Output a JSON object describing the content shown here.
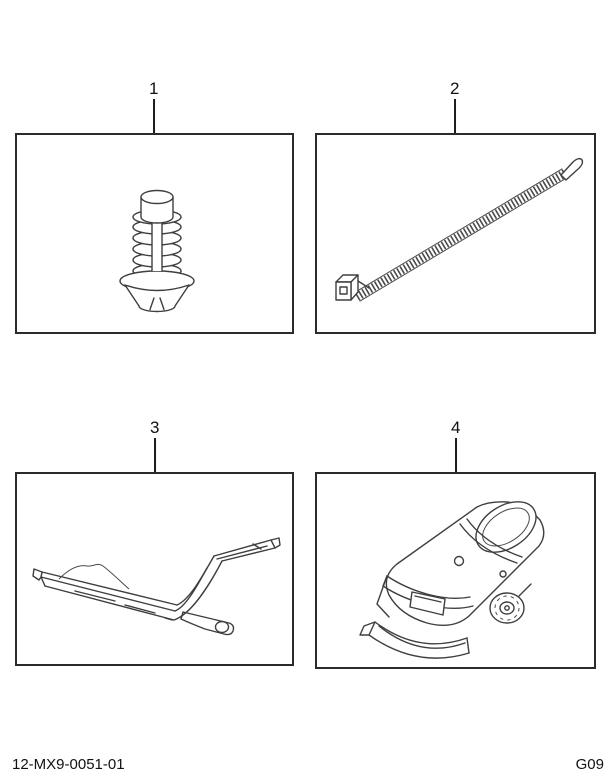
{
  "page": {
    "callouts": [
      {
        "label": "1"
      },
      {
        "label": "2"
      },
      {
        "label": "3"
      },
      {
        "label": "4"
      }
    ],
    "footer": {
      "doc_number": "12-MX9-0051-01",
      "grid_ref": "G09"
    }
  }
}
